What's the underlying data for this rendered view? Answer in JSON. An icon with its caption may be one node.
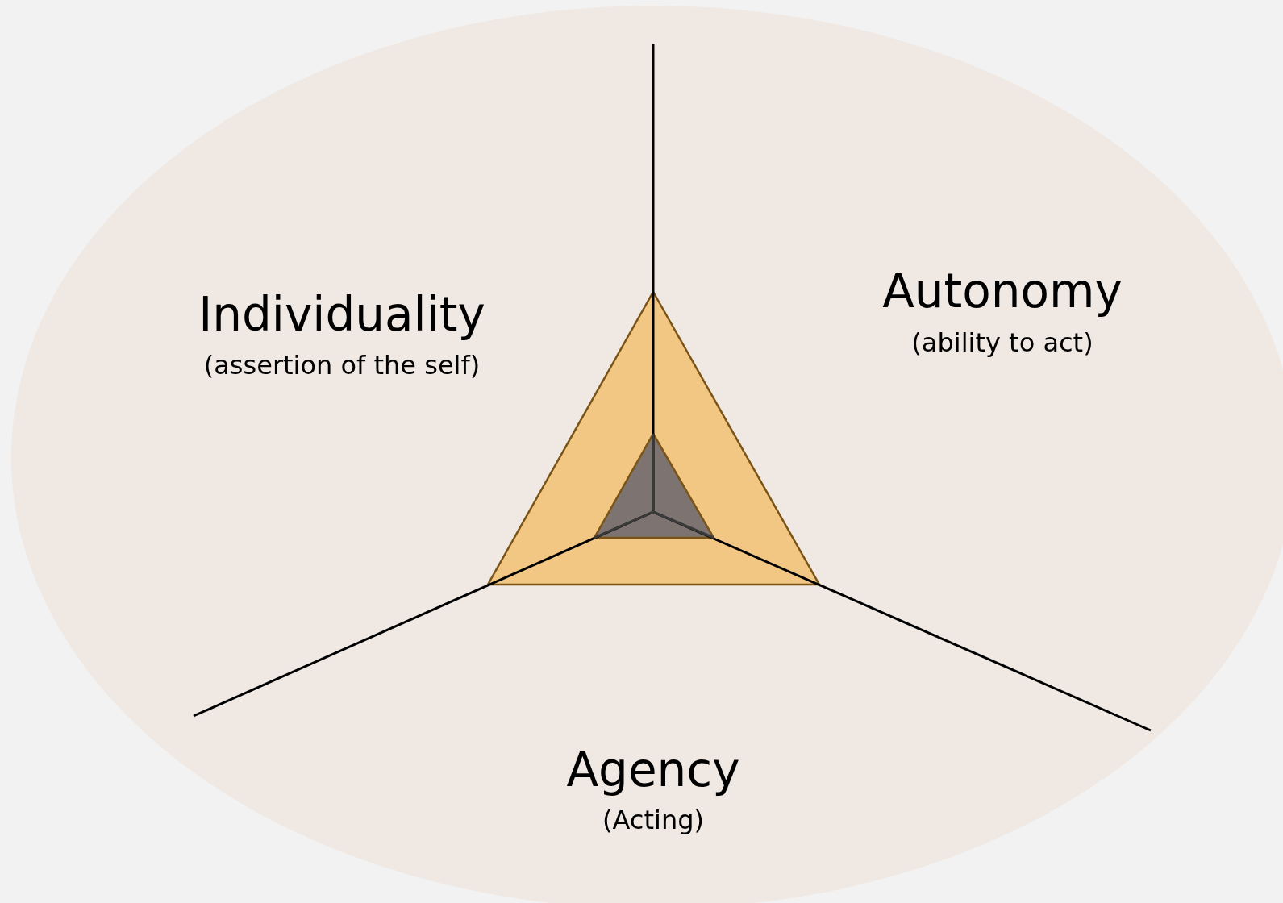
{
  "diagram": {
    "labels": [
      "Individuality",
      "(assertion of the self)",
      "Autonomy",
      "(ability to act)",
      "Agency",
      "(Acting)"
    ]
  }
}
